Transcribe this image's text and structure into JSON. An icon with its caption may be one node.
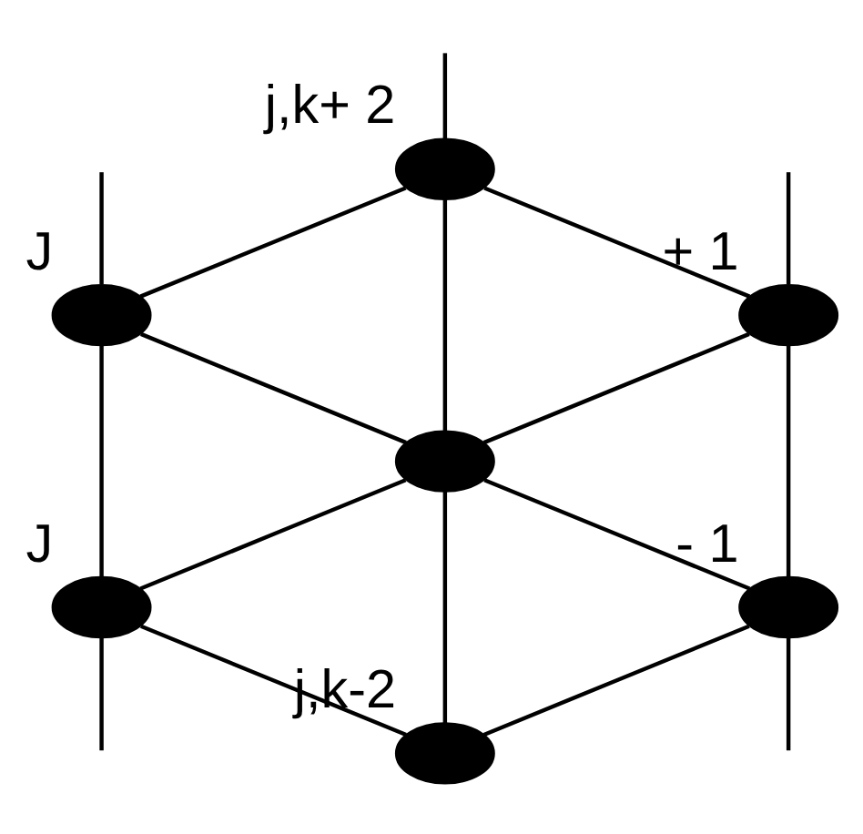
{
  "diagram": {
    "nodes": [
      {
        "text": [],
        "shape": "circle",
        "beside": [
          "j,k+ 2"
        ]
      },
      {
        "text": [],
        "shape": "circle",
        "beside": [
          "+ 1"
        ]
      },
      {
        "text": [],
        "shape": "circle",
        "beside": [
          "J"
        ]
      },
      {
        "text": [],
        "shape": "circle"
      },
      {
        "text": [],
        "shape": "circle",
        "beside": [
          "- 1"
        ]
      },
      {
        "text": [],
        "shape": "circle",
        "beside": [
          "J"
        ]
      },
      {
        "text": [],
        "shape": "circle",
        "beside": [
          "j,k-2"
        ]
      }
    ],
    "edges": [
      {
        "from": 0,
        "to": null,
        "arrow": "none"
      },
      {
        "from": 1,
        "to": null,
        "arrow": "none"
      },
      {
        "from": 2,
        "to": null,
        "arrow": "none"
      },
      {
        "from": 0,
        "to": 1,
        "arrow": "none"
      },
      {
        "from": 0,
        "to": 2,
        "arrow": "none"
      },
      {
        "from": 0,
        "to": 3,
        "arrow": "none"
      },
      {
        "from": 1,
        "to": 3,
        "arrow": "none"
      },
      {
        "from": 2,
        "to": 3,
        "arrow": "none"
      },
      {
        "from": 1,
        "to": 4,
        "arrow": "none"
      },
      {
        "from": 2,
        "to": 5,
        "arrow": "none"
      },
      {
        "from": 3,
        "to": 4,
        "arrow": "none"
      },
      {
        "from": 3,
        "to": 5,
        "arrow": "none"
      },
      {
        "from": 3,
        "to": 6,
        "arrow": "none"
      },
      {
        "from": 4,
        "to": 6,
        "arrow": "none"
      },
      {
        "from": 5,
        "to": 6,
        "arrow": "none"
      },
      {
        "from": 4,
        "to": null,
        "arrow": "none"
      },
      {
        "from": 5,
        "to": null,
        "arrow": "none"
      }
    ]
  }
}
